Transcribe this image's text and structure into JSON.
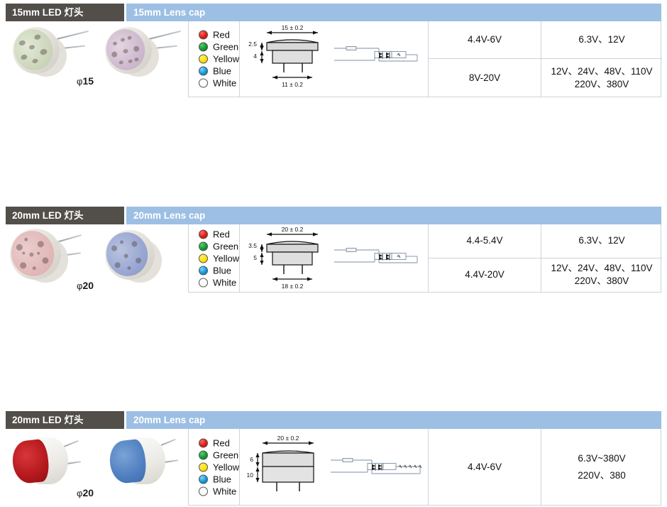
{
  "page": {
    "title": "LED Lamp Head / Lens Cap Specification Table"
  },
  "colors": {
    "header_dark_bg": "#524e4a",
    "header_blue_bg": "#9dbfe4",
    "table_border": "#cdd3da",
    "red": "#e01b14",
    "green": "#119b32",
    "yellow": "#ffe200",
    "blue": "#109bdc",
    "white": "#ffffff"
  },
  "color_legend": [
    {
      "name": "Red",
      "swatch": "sw-red"
    },
    {
      "name": "Green",
      "swatch": "sw-green"
    },
    {
      "name": "Yellow",
      "swatch": "sw-yellow"
    },
    {
      "name": "Blue",
      "swatch": "sw-blue"
    },
    {
      "name": "White",
      "swatch": "sw-white"
    }
  ],
  "blocks": [
    {
      "header_left": "15mm LED 灯头",
      "header_right": "15mm Lens cap",
      "diameter_symbol": "φ",
      "diameter_value": "15",
      "photos": [
        {
          "style": "disc",
          "face": "green",
          "label": "led-photo-green-15mm"
        },
        {
          "style": "disc",
          "face": "purple",
          "label": "led-photo-purple-15mm"
        }
      ],
      "drawing": {
        "width_dim": "15 ± 0.2",
        "base_dim": "11 ± 0.2",
        "height_top": "2.5",
        "height_bottom": "4",
        "shape": "domed-cap",
        "circuit": "resistor-bridge-led"
      },
      "voltages": [
        {
          "working": "4.4V-6V",
          "rated": [
            "6.3V、12V"
          ]
        },
        {
          "working": "8V-20V",
          "rated": [
            "12V、24V、48V、110V",
            "220V、380V"
          ]
        }
      ]
    },
    {
      "header_left": "20mm LED 灯头",
      "header_right": "20mm Lens cap",
      "diameter_symbol": "φ",
      "diameter_value": "20",
      "photos": [
        {
          "style": "disc",
          "face": "pink",
          "label": "led-photo-pink-20mm"
        },
        {
          "style": "disc",
          "face": "blue",
          "label": "led-photo-blue-20mm"
        }
      ],
      "drawing": {
        "width_dim": "20 ± 0.2",
        "base_dim": "18 ± 0.2",
        "height_top": "3.5",
        "height_bottom": "5",
        "shape": "domed-cap",
        "circuit": "resistor-bridge-led"
      },
      "voltages": [
        {
          "working": "4.4-5.4V",
          "rated": [
            "6.3V、12V"
          ]
        },
        {
          "working": "4.4V-20V",
          "rated": [
            "12V、24V、48V、110V",
            "220V、380V"
          ]
        }
      ]
    },
    {
      "header_left": "20mm LED 灯头",
      "header_right": "20mm Lens cap",
      "diameter_symbol": "φ",
      "diameter_value": "20",
      "photos": [
        {
          "style": "cyl",
          "face": "red",
          "label": "led-photo-red-cyl-20mm"
        },
        {
          "style": "cyl",
          "face": "blue",
          "label": "led-photo-blue-cyl-20mm"
        }
      ],
      "drawing": {
        "width_dim": "20 ± 0.2",
        "base_dim": "",
        "height_top": "6",
        "height_bottom": "10",
        "shape": "flat-cylinder",
        "circuit": "resistor-bridge-led-chain"
      },
      "voltages": [
        {
          "working": "4.4V-6V",
          "rated": [
            "6.3V~380V",
            "220V、380"
          ]
        }
      ]
    }
  ]
}
